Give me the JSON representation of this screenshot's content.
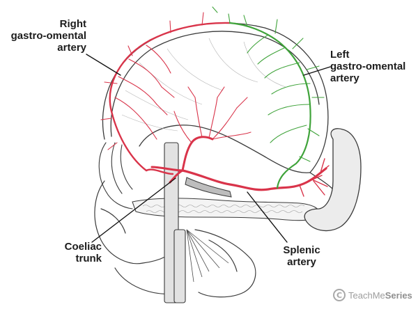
{
  "labels": {
    "right_gastro_omental": [
      "Right",
      "gastro-omental",
      "artery"
    ],
    "left_gastro_omental": [
      "Left",
      "gastro-omental",
      "artery"
    ],
    "coeliac_trunk": [
      "Coeliac",
      "trunk"
    ],
    "splenic_artery": [
      "Splenic",
      "artery"
    ]
  },
  "watermark": {
    "brand_light": "TeachMe",
    "brand_bold": "Series",
    "logo_letter": "C"
  },
  "colors": {
    "red_artery": "#d9344a",
    "green_artery": "#3fa33a",
    "outline": "#3a3a3a",
    "leader_line": "#111111",
    "background": "#ffffff"
  }
}
